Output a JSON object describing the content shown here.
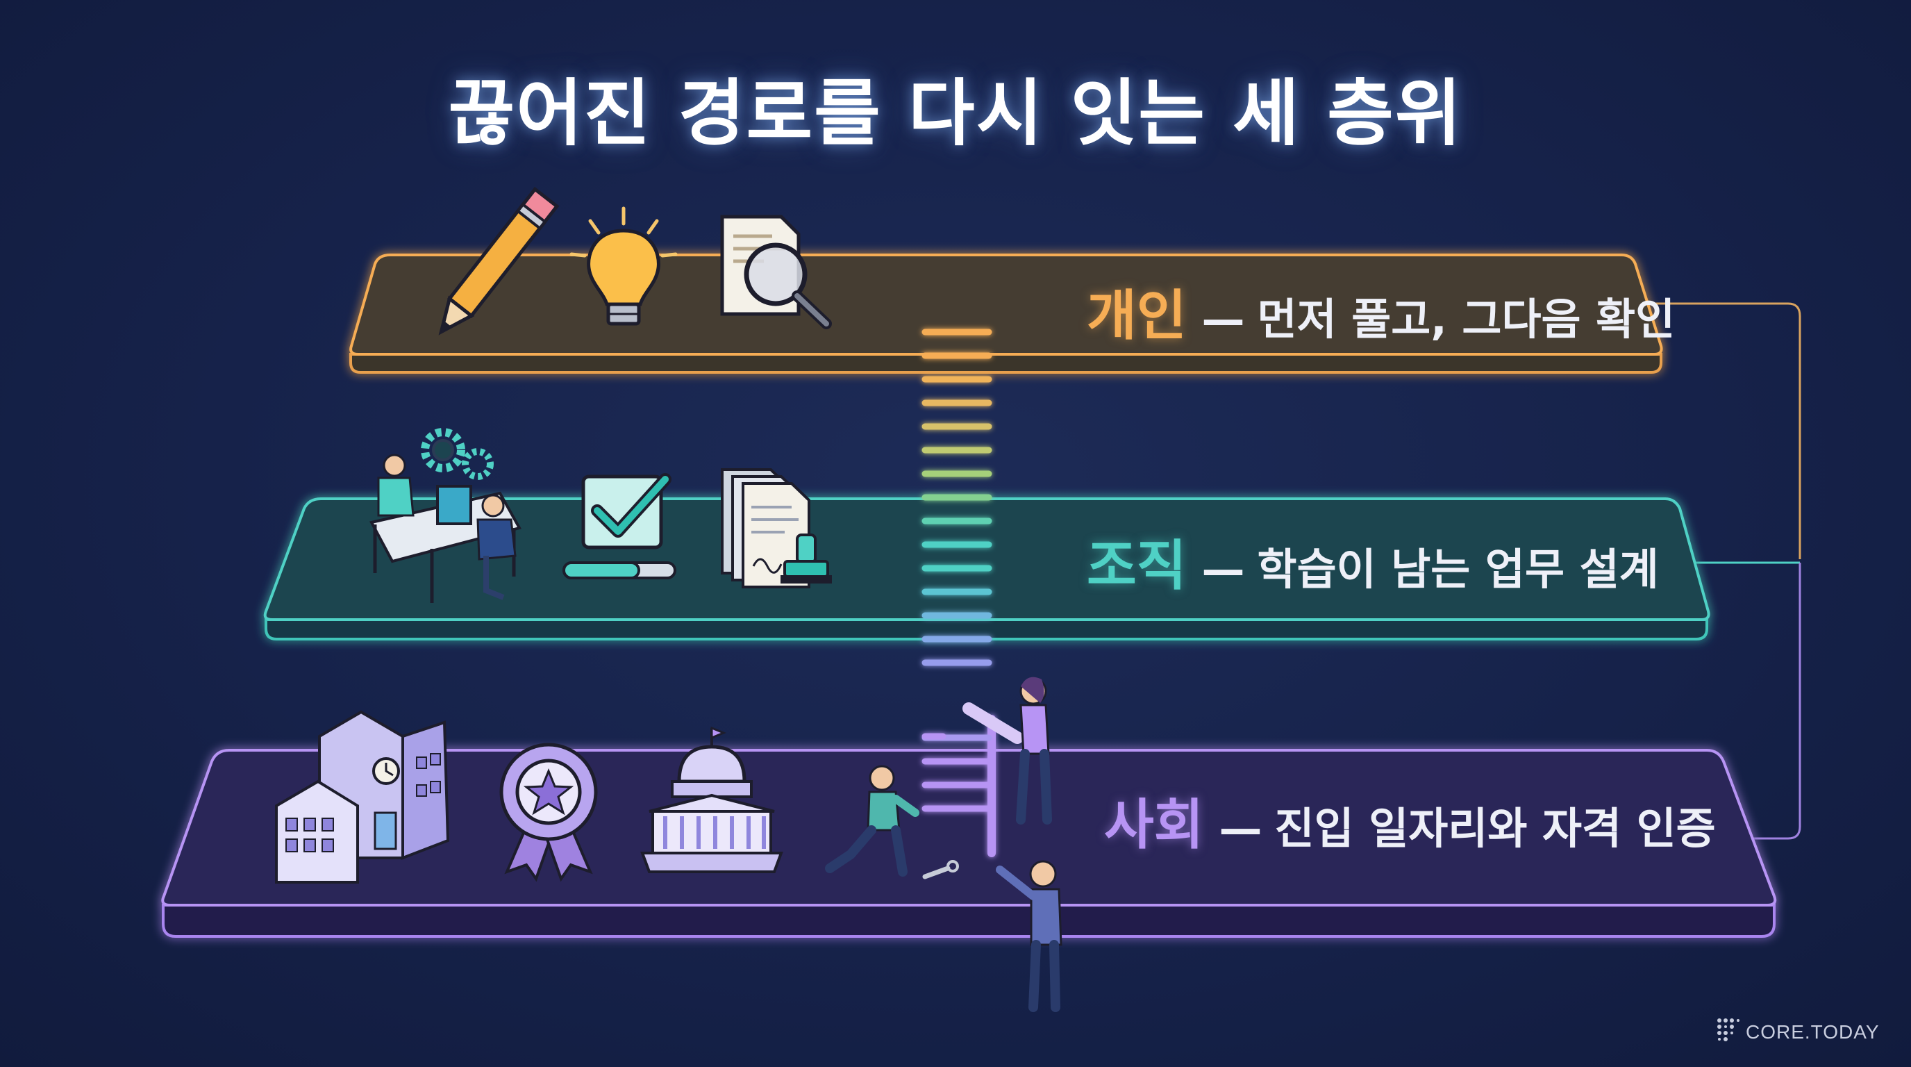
{
  "title": "끊어진 경로를 다시 잇는 세 층위",
  "layers": [
    {
      "name": "개인",
      "separator": "—",
      "description": "먼저 풀고, 그다음 확인",
      "color": "#f6ad55"
    },
    {
      "name": "조직",
      "separator": "—",
      "description": "학습이 남는 업무 설계",
      "color": "#4fd1c5"
    },
    {
      "name": "사회",
      "separator": "—",
      "description": "진입 일자리와 자격 인증",
      "color": "#b794f4"
    }
  ],
  "icons": {
    "individual": [
      "pencil-icon",
      "lightbulb-icon",
      "document-search-icon"
    ],
    "organization": [
      "team-desk-icon",
      "checkbox-progress-icon",
      "documents-stamp-icon"
    ],
    "society": [
      "buildings-icon",
      "award-badge-icon",
      "capitol-icon"
    ]
  },
  "brand": "CORE.TODAY",
  "colors": {
    "background": "#16224a",
    "ladder_top": "#f6ad55",
    "ladder_mid": "#4fd1c5",
    "ladder_bottom": "#b794f4"
  }
}
